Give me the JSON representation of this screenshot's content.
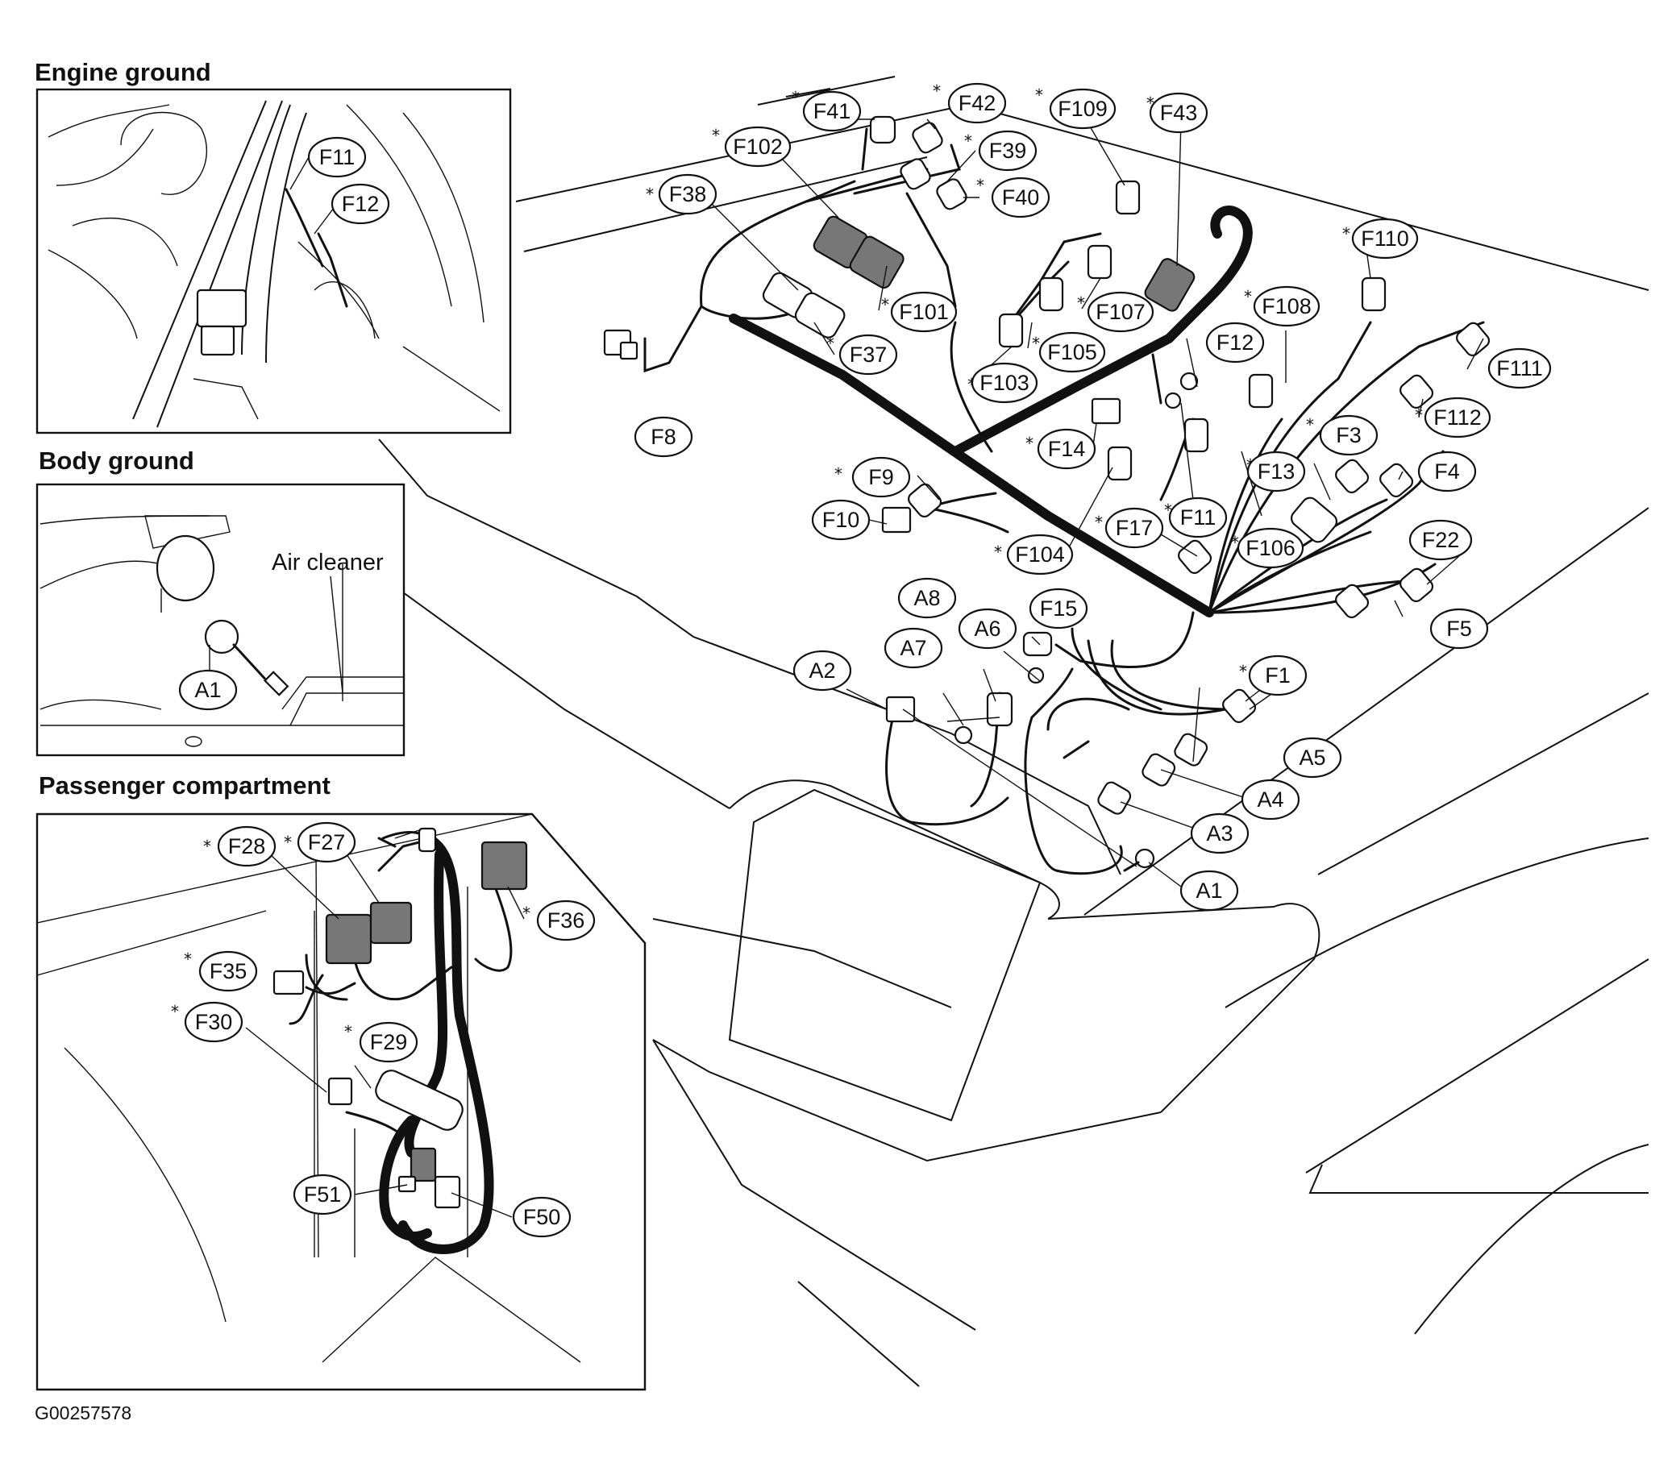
{
  "sections": {
    "engine_ground": "Engine ground",
    "body_ground": "Body ground",
    "passenger_compartment": "Passenger compartment"
  },
  "air_cleaner_label": "Air cleaner",
  "figure_id": "G00257578",
  "connectors": {
    "F11_inset": "F11",
    "F12_inset": "F12",
    "A1_inset": "A1",
    "F28": "F28",
    "F27": "F27",
    "F36": "F36",
    "F35": "F35",
    "F30": "F30",
    "F29": "F29",
    "F51": "F51",
    "F50": "F50",
    "F41": "F41",
    "F42": "F42",
    "F109": "F109",
    "F43": "F43",
    "F102": "F102",
    "F39": "F39",
    "F38": "F38",
    "F40": "F40",
    "F110": "F110",
    "F101": "F101",
    "F107": "F107",
    "F108": "F108",
    "F37": "F37",
    "F105": "F105",
    "F12": "F12",
    "F8": "F8",
    "F103": "F103",
    "F111": "F111",
    "F112": "F112",
    "F14": "F14",
    "F3": "F3",
    "F9": "F9",
    "F13": "F13",
    "F4": "F4",
    "F10": "F10",
    "F17": "F17",
    "F11": "F11",
    "F106": "F106",
    "F104": "F104",
    "F22": "F22",
    "A8": "A8",
    "F15": "F15",
    "A6": "A6",
    "A7": "A7",
    "F5": "F5",
    "A2": "A2",
    "F1": "F1",
    "A5": "A5",
    "A4": "A4",
    "A3": "A3",
    "A1": "A1"
  }
}
